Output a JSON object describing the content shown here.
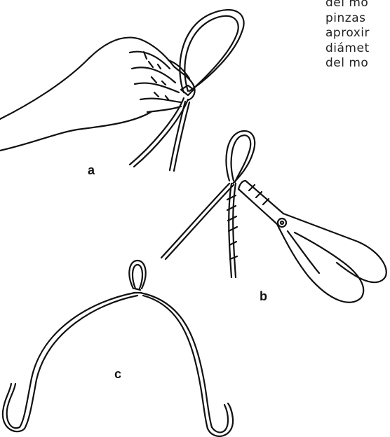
{
  "figure": {
    "labels": {
      "a": "a",
      "b": "b",
      "c": "c"
    },
    "text_lines": [
      "del mo",
      "pinzas",
      "aproxir",
      "diámet",
      "del mo"
    ]
  }
}
